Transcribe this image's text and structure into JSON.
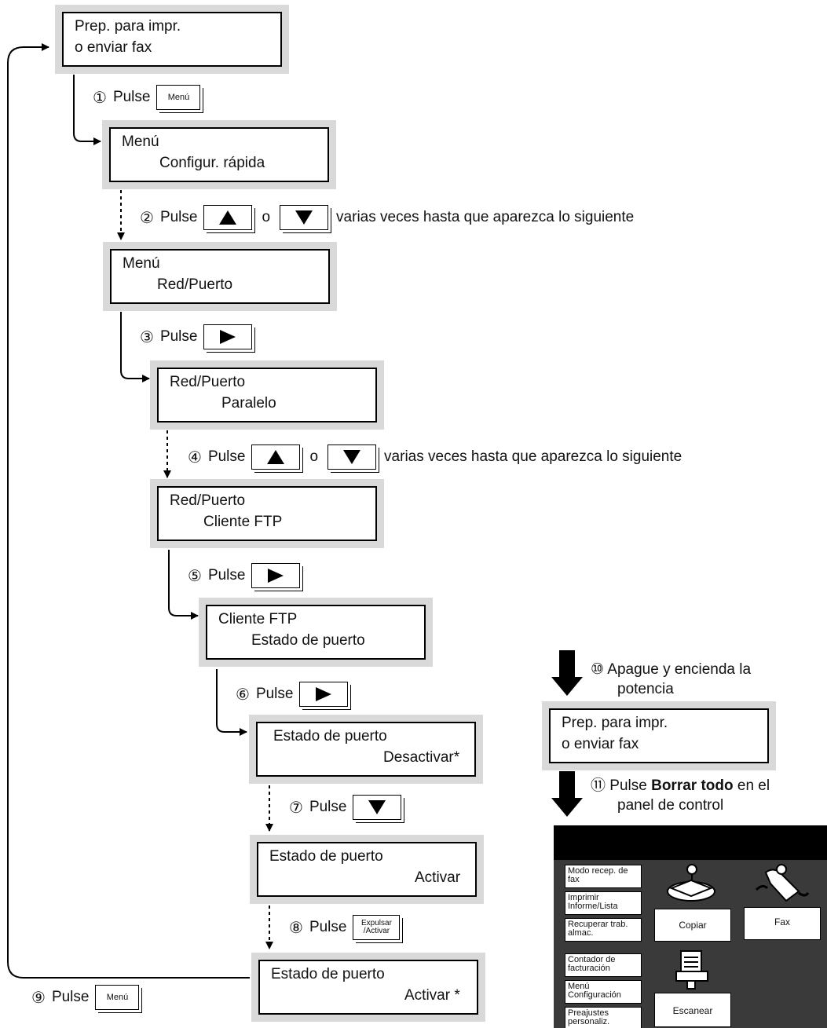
{
  "screens": [
    {
      "line1": "Prep. para impr.",
      "line2": "o enviar fax"
    },
    {
      "line1": "Menú",
      "line2": "Configur. rápida"
    },
    {
      "line1": "Menú",
      "line2": "Red/Puerto"
    },
    {
      "line1": "Red/Puerto",
      "line2": "Paralelo"
    },
    {
      "line1": "Red/Puerto",
      "line2": "Cliente FTP"
    },
    {
      "line1": "Cliente FTP",
      "line2": "Estado de puerto"
    },
    {
      "line1": "Estado de puerto",
      "line2": "Desactivar*"
    },
    {
      "line1": "Estado de puerto",
      "line2": "Activar"
    },
    {
      "line1": "Estado de puerto",
      "line2": "Activar *"
    },
    {
      "line1": "Prep. para impr.",
      "line2": "o enviar fax"
    }
  ],
  "steps": {
    "s1": {
      "num": "①",
      "word": "Pulse",
      "key": "Menú"
    },
    "s2": {
      "num": "②",
      "word": "Pulse",
      "connector": "o",
      "tail": "varias veces hasta que aparezca lo siguiente"
    },
    "s3": {
      "num": "③",
      "word": "Pulse"
    },
    "s4": {
      "num": "④",
      "word": "Pulse",
      "connector": "o",
      "tail": "varias veces hasta que aparezca lo siguiente"
    },
    "s5": {
      "num": "⑤",
      "word": "Pulse"
    },
    "s6": {
      "num": "⑥",
      "word": "Pulse"
    },
    "s7": {
      "num": "⑦",
      "word": "Pulse"
    },
    "s8": {
      "num": "⑧",
      "word": "Pulse",
      "key_top": "Expulsar",
      "key_bottom": "/Activar"
    },
    "s9": {
      "num": "⑨",
      "word": "Pulse",
      "key": "Menú"
    },
    "s10": {
      "num": "⑩",
      "line1": "Apague y encienda la",
      "line2": "potencia"
    },
    "s11": {
      "num": "⑪",
      "pre": "Pulse ",
      "bold": "Borrar todo",
      "post": " en el",
      "line2": "panel de control"
    }
  },
  "panel": {
    "left_buttons": [
      "Modo recep. de fax",
      "Imprimir Informe/Lista",
      "Recuperar trab. almac.",
      "Contador de facturación",
      "Menú Configuración",
      "Preajustes personaliz."
    ],
    "copy_label": "Copiar",
    "fax_label": "Fax",
    "scan_label": "Escanear"
  },
  "colors": {
    "screen_frame": "#d9d9d9",
    "panel_bg": "#3a3a3a",
    "panel_bar": "#000000"
  }
}
